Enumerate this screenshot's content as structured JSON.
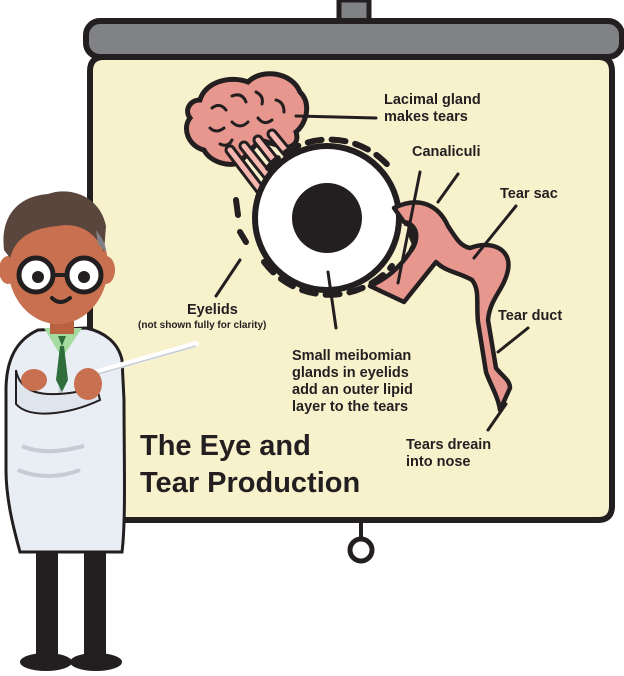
{
  "title": {
    "line1": "The Eye and",
    "line2": "Tear Production"
  },
  "labels": {
    "lacrimal_gland": [
      "Lacimal gland",
      "makes tears"
    ],
    "canaliculi": "Canaliculi",
    "tear_sac": "Tear sac",
    "eyelids": "Eyelids",
    "eyelids_note": "(not shown fully for clarity)",
    "tear_duct": "Tear duct",
    "meibomian": [
      "Small meibomian",
      "glands in eyelids",
      "add an outer lipid",
      "layer to the tears"
    ],
    "drain": [
      "Tears dreain",
      "into nose"
    ]
  },
  "colors": {
    "screen": "#f7f1cc",
    "outline": "#231f20",
    "roller": "#808285",
    "gland": "#e8978f",
    "duct": "#e8978f",
    "skin": "#c8704f",
    "coat": "#e9eef4"
  },
  "icons": [
    "projector-screen-icon",
    "doctor-illustration-icon",
    "eye-icon",
    "lacrimal-gland-icon",
    "tear-duct-icon",
    "pointer-stick-icon"
  ]
}
